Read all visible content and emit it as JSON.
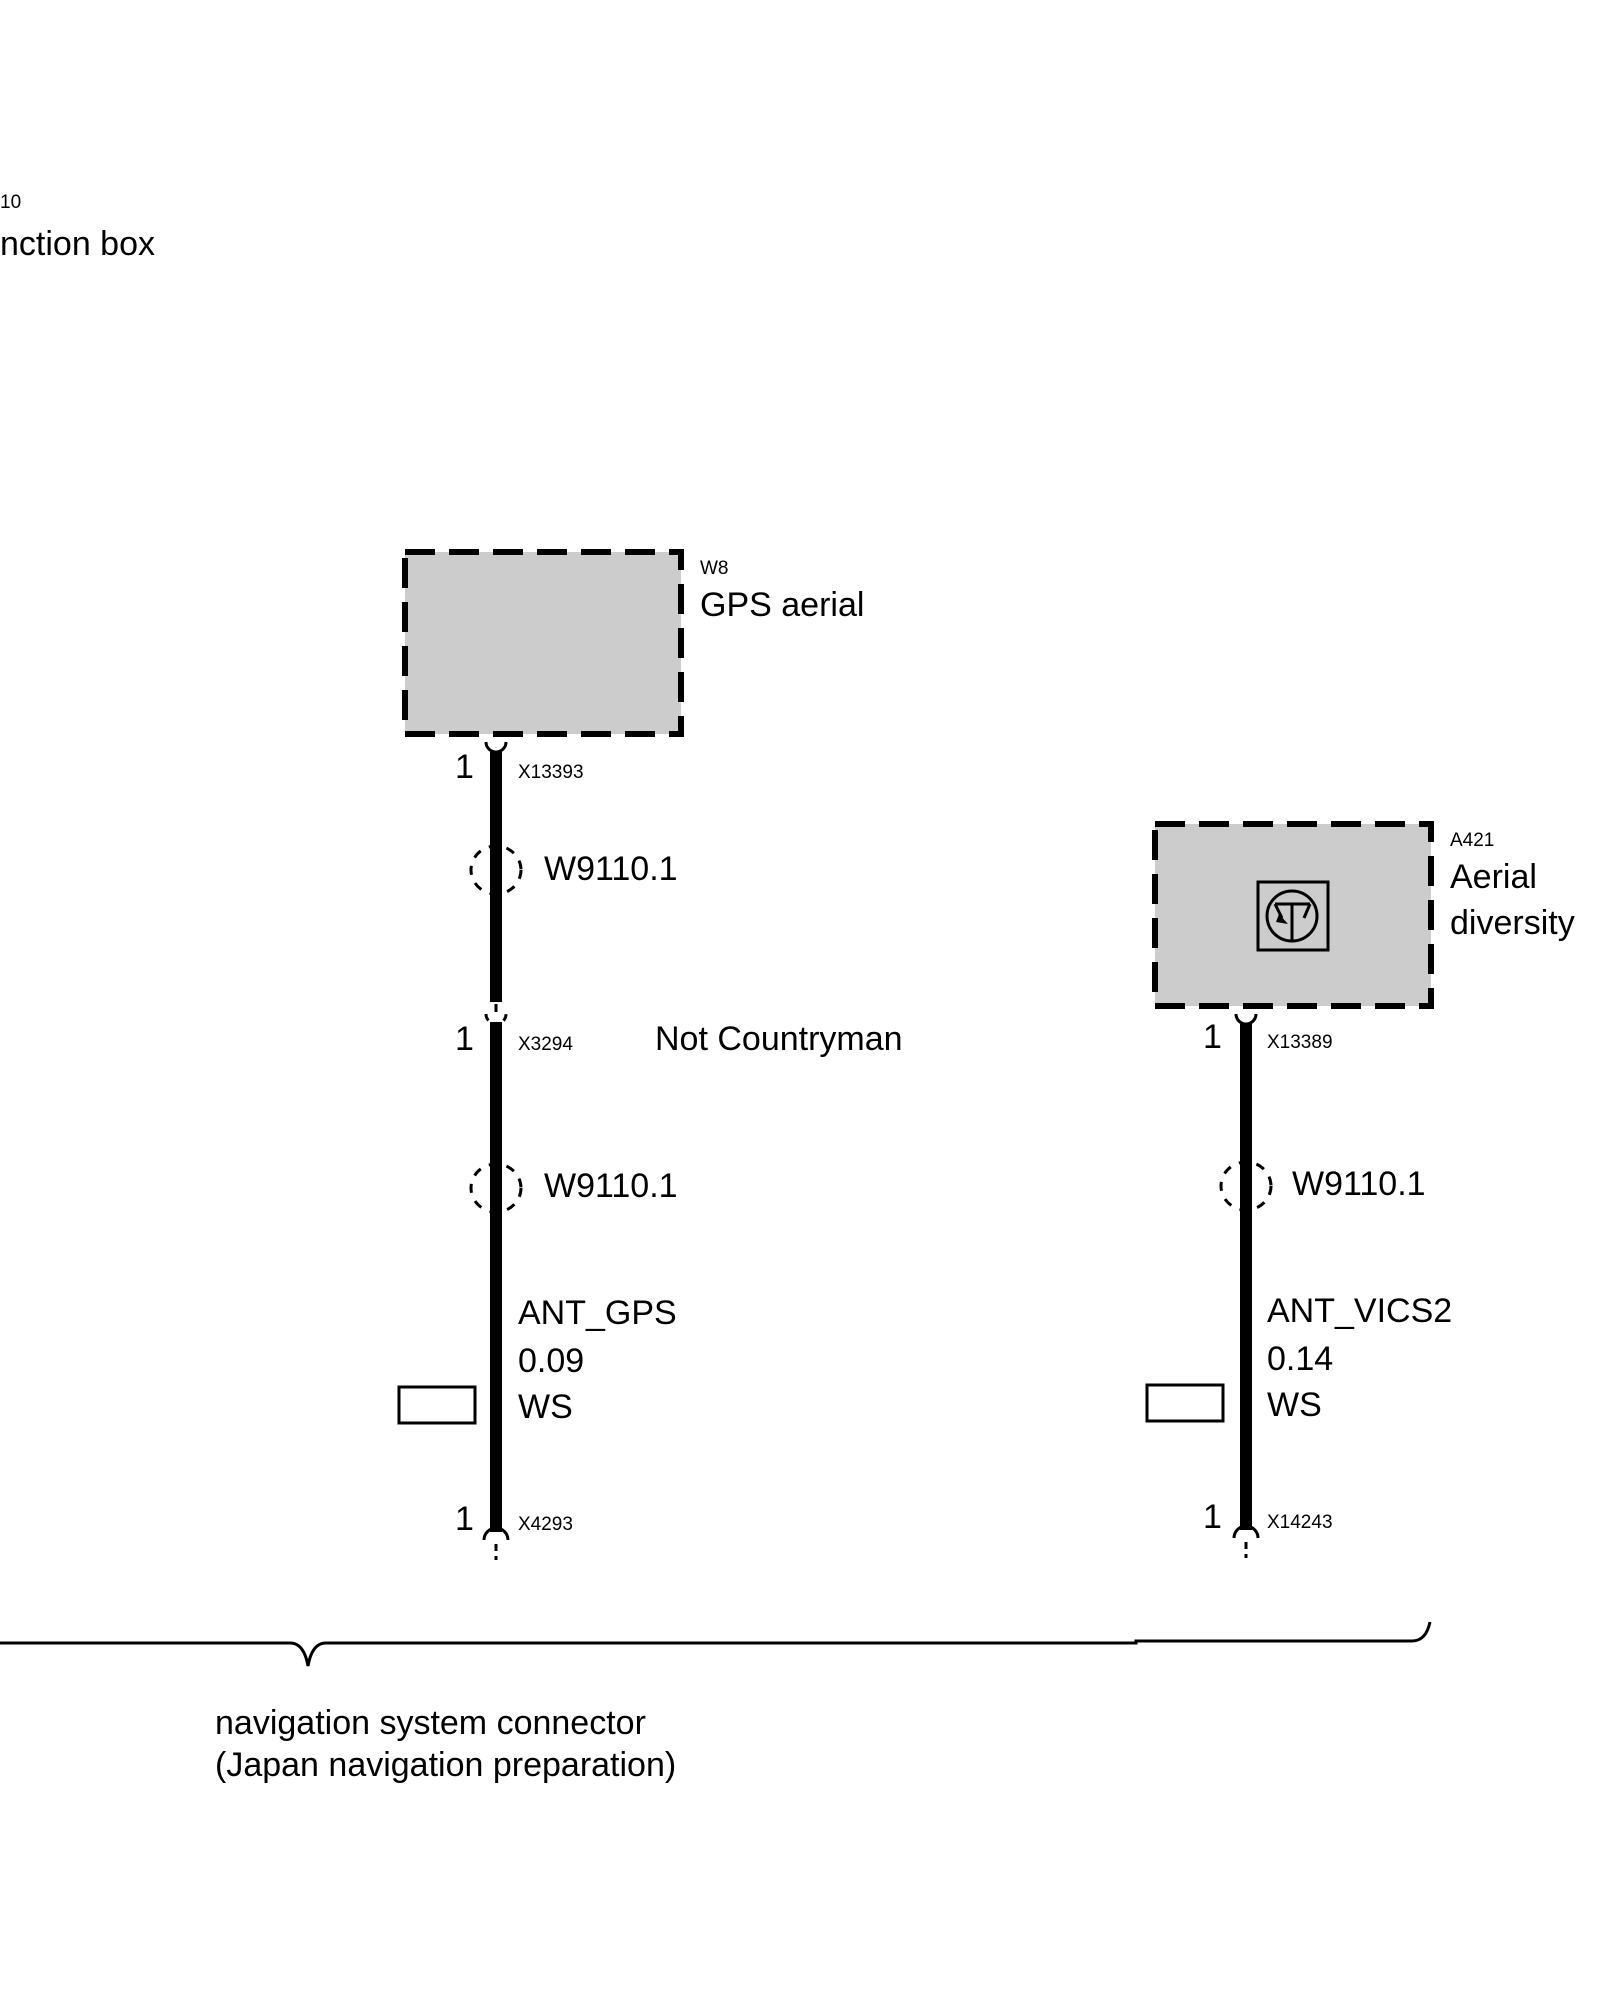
{
  "top_left": {
    "ref": "10",
    "name": "nction box"
  },
  "gps_aerial": {
    "ref": "W8",
    "name": "GPS aerial",
    "top_connector": {
      "pin": "1",
      "id": "X13393"
    },
    "shield_upper": "W9110.1",
    "mid_connector": {
      "pin": "1",
      "id": "X3294"
    },
    "variant_note": "Not Countryman",
    "shield_lower": "W9110.1",
    "signal": "ANT_GPS",
    "cross_section": "0.09",
    "color": "WS",
    "bottom_connector": {
      "pin": "1",
      "id": "X4293"
    }
  },
  "aerial_diversity": {
    "ref": "A421",
    "name_line1": "Aerial",
    "name_line2": "diversity",
    "top_connector": {
      "pin": "1",
      "id": "X13389"
    },
    "shield": "W9110.1",
    "signal": "ANT_VICS2",
    "cross_section": "0.14",
    "color": "WS",
    "bottom_connector": {
      "pin": "1",
      "id": "X14243"
    }
  },
  "group_label": {
    "line1": "navigation system connector",
    "line2": "(Japan navigation preparation)"
  }
}
